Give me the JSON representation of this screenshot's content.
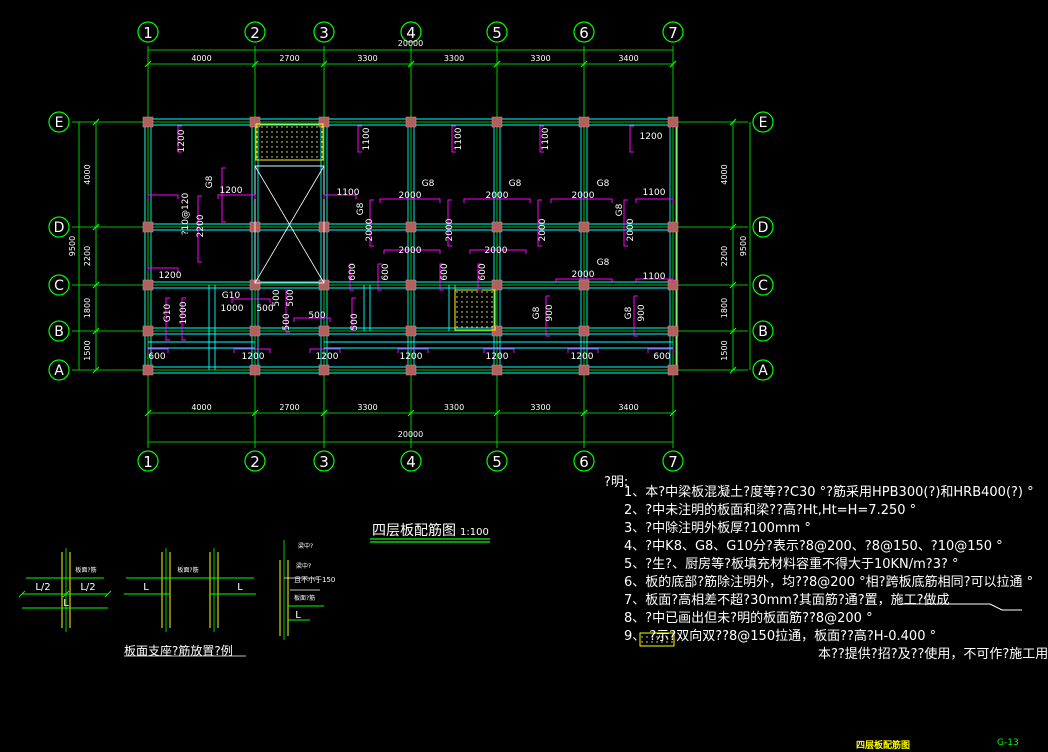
{
  "drawing": {
    "grid_cols": [
      "1",
      "2",
      "3",
      "4",
      "5",
      "6",
      "7"
    ],
    "grid_rows": [
      "E",
      "D",
      "C",
      "B",
      "A"
    ],
    "col_dims": [
      "4000",
      "2700",
      "3300",
      "3300",
      "3300",
      "3400"
    ],
    "total_width": "20000",
    "row_dims": [
      "4000",
      "2200",
      "1800",
      "1500"
    ],
    "total_height": "9500",
    "slab_labels": [
      {
        "t": "1200",
        "r": true
      },
      {
        "t": "1100",
        "r": true
      },
      {
        "t": "1100",
        "r": true
      },
      {
        "t": "1100",
        "r": true
      },
      {
        "t": "1200",
        "r": false
      },
      {
        "t": "G8",
        "r": true
      },
      {
        "t": "1200",
        "r": false
      },
      {
        "t": "1100",
        "r": false
      },
      {
        "t": "G8",
        "r": false
      },
      {
        "t": "2000",
        "r": false
      },
      {
        "t": "G8",
        "r": false
      },
      {
        "t": "2000",
        "r": false
      },
      {
        "t": "G8",
        "r": false
      },
      {
        "t": "2000",
        "r": false
      },
      {
        "t": "1100",
        "r": false
      },
      {
        "t": "?10@120",
        "r": true
      },
      {
        "t": "2200",
        "r": true
      },
      {
        "t": "G8",
        "r": true
      },
      {
        "t": "2000",
        "r": true
      },
      {
        "t": "2000",
        "r": true
      },
      {
        "t": "2000",
        "r": true
      },
      {
        "t": "G8",
        "r": true
      },
      {
        "t": "2000",
        "r": true
      },
      {
        "t": "2000",
        "r": false
      },
      {
        "t": "2000",
        "r": false
      },
      {
        "t": "1200",
        "r": false
      },
      {
        "t": "600",
        "r": true
      },
      {
        "t": "600",
        "r": true
      },
      {
        "t": "600",
        "r": true
      },
      {
        "t": "600",
        "r": true
      },
      {
        "t": "G8",
        "r": false
      },
      {
        "t": "2000",
        "r": false
      },
      {
        "t": "1100",
        "r": false
      },
      {
        "t": "G10",
        "r": false
      },
      {
        "t": "500",
        "r": true
      },
      {
        "t": "500",
        "r": true
      },
      {
        "t": "G10",
        "r": true
      },
      {
        "t": "1000",
        "r": true
      },
      {
        "t": "1000",
        "r": false
      },
      {
        "t": "500",
        "r": false
      },
      {
        "t": "500",
        "r": true
      },
      {
        "t": "500",
        "r": false
      },
      {
        "t": "500",
        "r": true
      },
      {
        "t": "G8",
        "r": true
      },
      {
        "t": "900",
        "r": true
      },
      {
        "t": "G8",
        "r": true
      },
      {
        "t": "900",
        "r": true
      },
      {
        "t": "600",
        "r": false
      },
      {
        "t": "1200",
        "r": false
      },
      {
        "t": "1200",
        "r": false
      },
      {
        "t": "1200",
        "r": false
      },
      {
        "t": "1200",
        "r": false
      },
      {
        "t": "1200",
        "r": false
      },
      {
        "t": "600",
        "r": false
      }
    ]
  },
  "title": {
    "main": "四层板配筋图",
    "scale": "1:100"
  },
  "notes_header": "?明:",
  "notes": [
    "1、本?中梁板混凝土?度等??C30 °?筋采用HPB300(?)和HRB400(?) °",
    "2、?中未注明的板面和梁??高?Ht,Ht=H=7.250 °",
    "3、?中除注明外板厚?100mm °",
    "4、?中K8、G8、G10分?表示?8@200、?8@150、?10@150 °",
    "5、?生?、厨房等?板填充材料容重不得大于10KN/m?3? °",
    "6、板的底部?筋除注明外，均??8@200 °相?跨板底筋相同?可以拉通 °",
    "7、板面?高相差不超?30mm?其面筋?通?置，施工?做成",
    "8、?中已画出但未?明的板面筋??8@200 °",
    "9、       ?示?双向双??8@150拉通，板面??高?H-0.400 °",
    "本??提供?招?及??使用，不可作?施工用"
  ],
  "detail": {
    "title": "板面支座?筋放置?例",
    "a_label": "板面?筋",
    "a_l2": "L/2",
    "a_l": "L",
    "b_label": "板面?筋",
    "b_l": "L",
    "c_label1": "梁中?",
    "c_label2": "梁中?",
    "c_label3": "且不小于150",
    "c_label4": "板面?筋",
    "c_l": "L"
  },
  "footer": {
    "name": "四层板配筋图",
    "sheet": "G-13"
  },
  "colors": {
    "grid": "#00ff00",
    "beam": "#00ffff",
    "rebar": "#ff00ff",
    "slab": "#ffff00",
    "column": "#b06060",
    "text": "#ffffff"
  }
}
